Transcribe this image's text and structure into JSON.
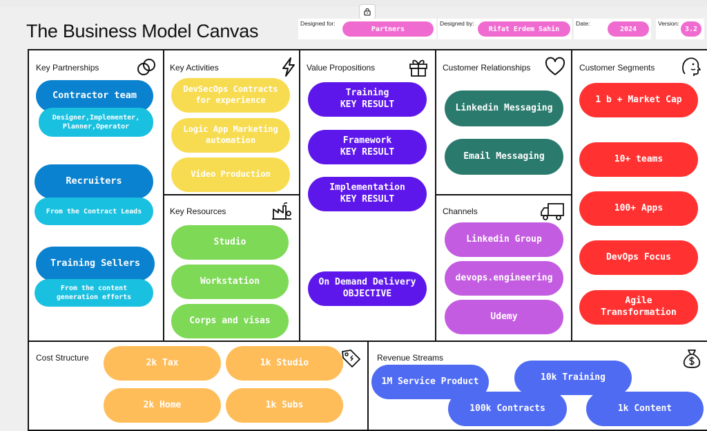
{
  "title": "The Business Model Canvas",
  "meta": {
    "designed_for_label": "Designed for:",
    "designed_for_value": "Partners",
    "designed_by_label": "Designed by:",
    "designed_by_value": "Rifat Erdem Sahin",
    "date_label": "Date:",
    "date_value": "2024",
    "version_label": "Version:",
    "version_value": "3.2"
  },
  "colors": {
    "partners_dark": "#0b82cf",
    "partners_light": "#1ac0e0",
    "activities": "#f7dc52",
    "resources": "#7ed957",
    "value": "#5e17eb",
    "relationships": "#2a7a6d",
    "channels": "#c35ce0",
    "segments": "#ff3131",
    "cost": "#ffbd59",
    "revenue": "#4f6bf2",
    "meta_pill": "#f06bd0"
  },
  "sections": {
    "key_partnerships": {
      "title": "Key Partnerships",
      "icon": "link-icon",
      "items": [
        "Contractor team",
        "Designer,Implementer,\nPlanner,Operator",
        "Recruiters",
        "From the Contract Leads",
        "Training Sellers",
        "From the content\ngeneration efforts"
      ]
    },
    "key_activities": {
      "title": "Key Activities",
      "icon": "lightning-icon",
      "items": [
        "DevSecOps Contracts\nfor experience",
        "Logic App Marketing\nautomation",
        "Video Production"
      ]
    },
    "key_resources": {
      "title": "Key Resources",
      "icon": "factory-icon",
      "items": [
        "Studio",
        "Workstation",
        "Corps and visas"
      ]
    },
    "value_propositions": {
      "title": "Value Propositions",
      "icon": "gift-icon",
      "items": [
        "Training\nKEY RESULT",
        "Framework\nKEY RESULT",
        "Implementation\nKEY RESULT",
        "On Demand Delivery\nOBJECTIVE"
      ]
    },
    "customer_relationships": {
      "title": "Customer Relationships",
      "icon": "heart-icon",
      "items": [
        "Linkedin Messaging",
        "Email Messaging"
      ]
    },
    "channels": {
      "title": "Channels",
      "icon": "truck-icon",
      "items": [
        "Linkedin Group",
        "devops.engineering",
        "Udemy"
      ]
    },
    "customer_segments": {
      "title": "Customer Segments",
      "icon": "face-icon",
      "items": [
        "1 b + Market Cap",
        "10+ teams",
        "100+ Apps",
        "DevOps Focus",
        "Agile\nTransformation"
      ]
    },
    "cost_structure": {
      "title": "Cost Structure",
      "icon": "price-tag-icon",
      "items": [
        "2k Tax",
        "1k Studio",
        "2k Home",
        "1k Subs"
      ]
    },
    "revenue_streams": {
      "title": "Revenue Streams",
      "icon": "money-bag-icon",
      "items": [
        "1M Service Product",
        "10k Training",
        "100k Contracts",
        "1k Content"
      ]
    }
  }
}
